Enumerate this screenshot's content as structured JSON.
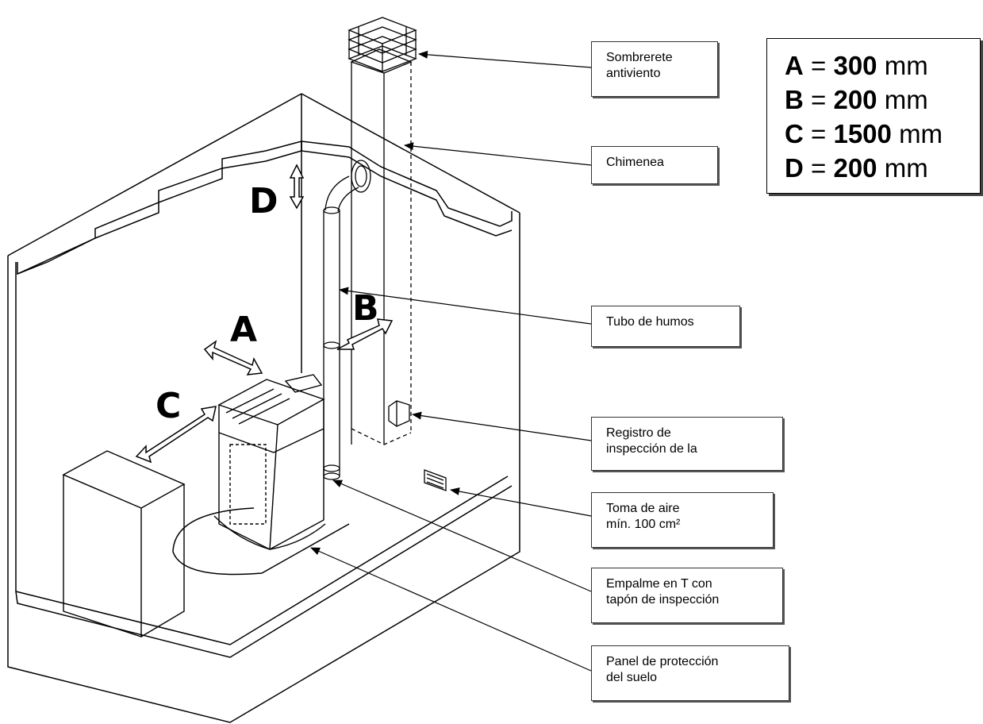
{
  "labels": {
    "sombrerete": [
      "Sombrerete",
      "antiviento"
    ],
    "chimenea": [
      "Chimenea"
    ],
    "tubo": [
      "Tubo de humos"
    ],
    "registro": [
      "Registro de",
      "inspección de la"
    ],
    "toma": [
      "Toma de aire",
      "mín. 100 cm²"
    ],
    "empalme": [
      "Empalme en T con",
      "tapón de inspección"
    ],
    "panel": [
      "Panel de protección",
      "del suelo"
    ]
  },
  "dimension_letters": {
    "a": "A",
    "b": "B",
    "c": "C",
    "d": "D"
  },
  "legend": [
    {
      "letter": "A",
      "eq": "=",
      "value": "300",
      "unit": "mm"
    },
    {
      "letter": "B",
      "eq": "=",
      "value": "200",
      "unit": "mm"
    },
    {
      "letter": "C",
      "eq": "=",
      "value": "1500",
      "unit": "mm"
    },
    {
      "letter": "D",
      "eq": "=",
      "value": "200",
      "unit": "mm"
    }
  ]
}
